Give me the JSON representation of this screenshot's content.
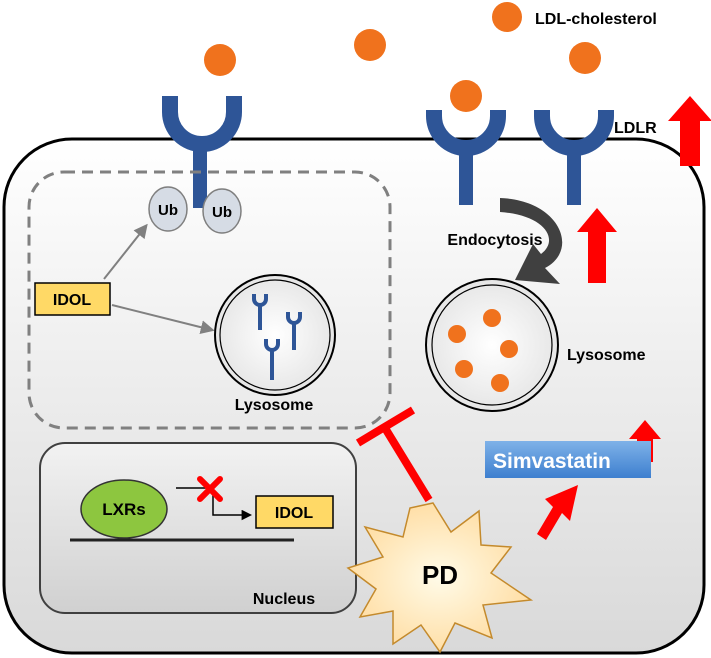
{
  "labels": {
    "ldl_cholesterol": "LDL-cholesterol",
    "ldlr": "LDLR",
    "ub_left": "Ub",
    "ub_right": "Ub",
    "idol_cytoplasm": "IDOL",
    "lysosome_left": "Lysosome",
    "endocytosis": "Endocytosis",
    "lysosome_right": "Lysosome",
    "lxrs": "LXRs",
    "idol_nucleus": "IDOL",
    "nucleus": "Nucleus",
    "simvastatin": "Simvastatin",
    "pd": "PD"
  },
  "colors": {
    "ldl_particle": "#F0721D",
    "receptor": "#2E5597",
    "up_arrow": "#FF0000",
    "inhibition": "#FF0000",
    "idol_box": "#FFD966",
    "lxrs_oval": "#8DC63F",
    "ub_oval": "#D6DCE5",
    "simvastatin_box": "#4A90D9",
    "pd_burst": "#FFE8B0"
  }
}
